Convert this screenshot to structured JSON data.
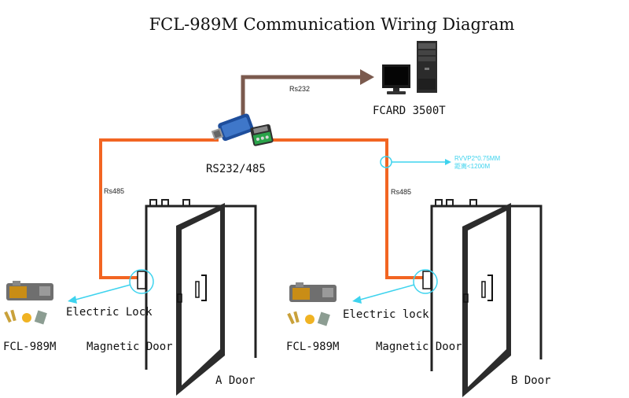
{
  "title": "FCL-989M Communication Wiring Diagram",
  "labels": {
    "rs232_line": "Rs232",
    "rs485_left": "Rs485",
    "rs485_right": "Rs485",
    "computer": "FCARD 3500T",
    "converter": "RS232/485",
    "cable_spec_line1": "RVVP2*0.75MM",
    "cable_spec_line2": "距离<1200M",
    "electric_lock_a": "Electric Lock",
    "electric_lock_b": "Electric lock",
    "controller_a": "FCL-989M",
    "controller_b": "FCL-989M",
    "magnetic_door_a": "Magnetic Door",
    "magnetic_door_b": "Magnetic Door",
    "door_a": "A Door",
    "door_b": "B Door"
  },
  "colors": {
    "rs485_wire": "#f26522",
    "rs232_wire": "#7b5a4e",
    "callout": "#3ed3ee",
    "door_frame": "#222222",
    "door_leaf": "#2c2c2c"
  },
  "icons": {
    "computer": "desktop-pc-icon",
    "converter": "rs232-485-converter-icon",
    "lock": "electric-lock-icon",
    "keys": "key-set-icon"
  }
}
